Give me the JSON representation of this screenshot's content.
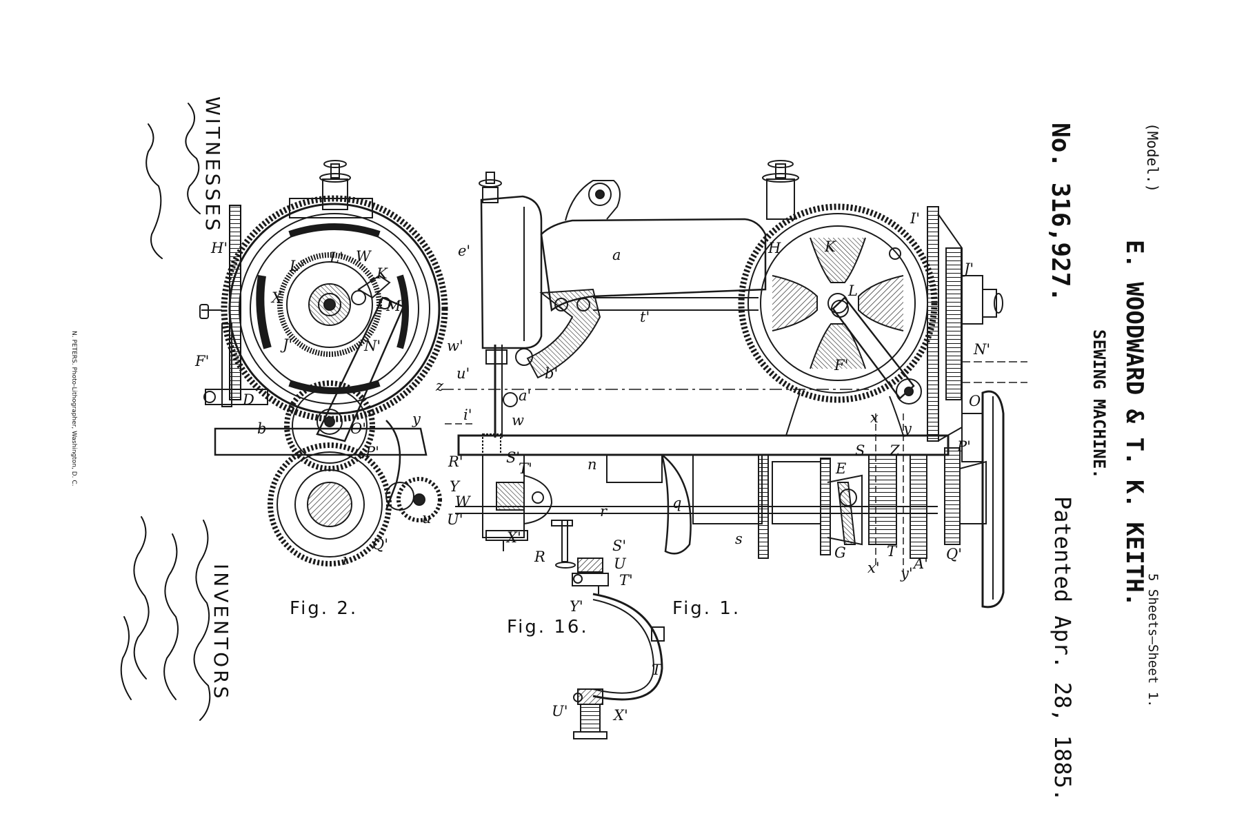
{
  "header": {
    "model": "(Model.)",
    "sheets": "5 Sheets—Sheet 1.",
    "patent_number": "No. 316,927.",
    "inventors_names": "E. WOODWARD & T. K. KEITH.",
    "title": "SEWING MACHINE.",
    "patented_date": "Patented Apr. 28, 1885."
  },
  "signatures": {
    "witnesses_label": "WITNESSES",
    "inventors_label": "INVENTORS",
    "printer": "N. PETERS. Photo-Lithographer, Washington, D. C."
  },
  "figures": {
    "fig1": "Fig. 1.",
    "fig2": "Fig. 2.",
    "fig16": "Fig. 16."
  },
  "reference_letters": [
    "H'",
    "L'",
    "W",
    "K",
    "L²",
    "X",
    "M'",
    "J'",
    "N'",
    "F'",
    "D",
    "b",
    "O'",
    "P'",
    "Q'",
    "i",
    "u",
    "e'",
    "a",
    "t'",
    "w'",
    "b'",
    "u'",
    "z",
    "a'",
    "y",
    "i'",
    "w",
    "R'",
    "S'",
    "T'",
    "Y",
    "W",
    "U'",
    "X'",
    "n",
    "r",
    "q",
    "s",
    "E",
    "G",
    "x'",
    "T",
    "y'",
    "A'",
    "Q'",
    "I'",
    "H",
    "K",
    "L",
    "F'",
    "J'",
    "N'",
    "O",
    "P'",
    "S",
    "Z",
    "x",
    "y",
    "R",
    "S'",
    "U",
    "T'",
    "Y'",
    "T",
    "U'",
    "X'"
  ]
}
